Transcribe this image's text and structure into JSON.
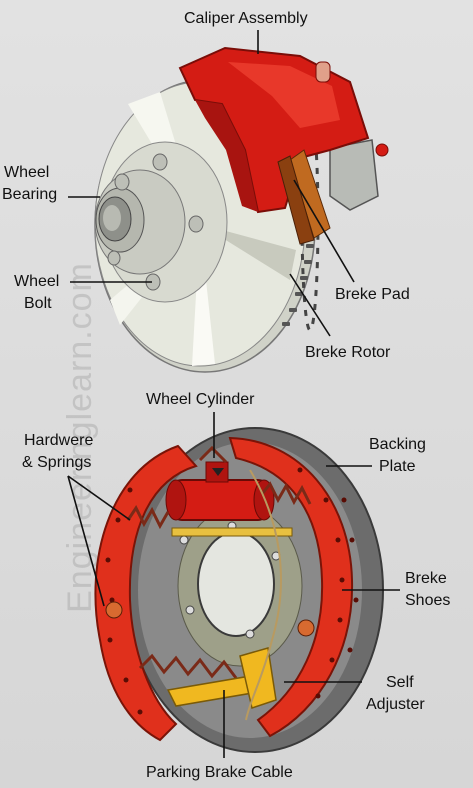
{
  "watermark": "Engineeringlearn.com",
  "labels": {
    "caliper_assembly": "Caliper Assembly",
    "wheel_bearing_1": "Wheel",
    "wheel_bearing_2": "Bearing",
    "wheel_bolt_1": "Wheel",
    "wheel_bolt_2": "Bolt",
    "brake_pad": "Breke Pad",
    "brake_rotor": "Breke Rotor",
    "wheel_cylinder": "Wheel Cylinder",
    "hardware_springs_1": "Hardwere",
    "hardware_springs_2": "& Springs",
    "backing_plate_1": "Backing",
    "backing_plate_2": "Plate",
    "brake_shoes_1": "Breke",
    "brake_shoes_2": "Shoes",
    "self_adjuster_1": "Self",
    "self_adjuster_2": "Adjuster",
    "parking_brake_cable": "Parking Brake Cable"
  },
  "colors": {
    "caliper": "#d41c14",
    "rotor": "#e4e6dc",
    "shoes": "#e0301c",
    "backing_plate": "#6a6a6a",
    "adjuster": "#f0b820"
  }
}
